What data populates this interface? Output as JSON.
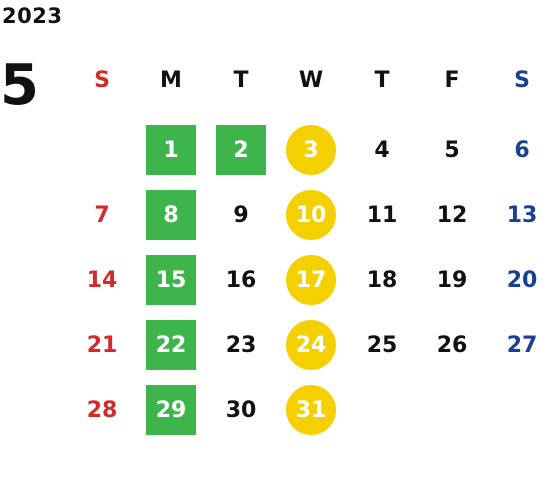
{
  "header": {
    "year": "2023",
    "month": "5"
  },
  "colors": {
    "sunday": "#d42a2a",
    "saturday": "#1c3f94",
    "weekday": "#111111",
    "highlight_green": "#3db54a",
    "highlight_yellow": "#f5d000",
    "highlight_text": "#ffffff"
  },
  "weekdays": [
    {
      "label": "S",
      "kind": "sunday"
    },
    {
      "label": "M",
      "kind": "weekday"
    },
    {
      "label": "T",
      "kind": "weekday"
    },
    {
      "label": "W",
      "kind": "weekday"
    },
    {
      "label": "T",
      "kind": "weekday"
    },
    {
      "label": "F",
      "kind": "weekday"
    },
    {
      "label": "S",
      "kind": "saturday"
    }
  ],
  "weeks": [
    [
      null,
      {
        "d": "1",
        "hl": "green-square"
      },
      {
        "d": "2",
        "hl": "green-square"
      },
      {
        "d": "3",
        "hl": "yellow-circle"
      },
      {
        "d": "4"
      },
      {
        "d": "5"
      },
      {
        "d": "6"
      }
    ],
    [
      {
        "d": "7"
      },
      {
        "d": "8",
        "hl": "green-square"
      },
      {
        "d": "9"
      },
      {
        "d": "10",
        "hl": "yellow-circle"
      },
      {
        "d": "11"
      },
      {
        "d": "12"
      },
      {
        "d": "13"
      }
    ],
    [
      {
        "d": "14"
      },
      {
        "d": "15",
        "hl": "green-square"
      },
      {
        "d": "16"
      },
      {
        "d": "17",
        "hl": "yellow-circle"
      },
      {
        "d": "18"
      },
      {
        "d": "19"
      },
      {
        "d": "20"
      }
    ],
    [
      {
        "d": "21"
      },
      {
        "d": "22",
        "hl": "green-square"
      },
      {
        "d": "23"
      },
      {
        "d": "24",
        "hl": "yellow-circle"
      },
      {
        "d": "25"
      },
      {
        "d": "26"
      },
      {
        "d": "27"
      }
    ],
    [
      {
        "d": "28"
      },
      {
        "d": "29",
        "hl": "green-square"
      },
      {
        "d": "30"
      },
      {
        "d": "31",
        "hl": "yellow-circle"
      },
      null,
      null,
      null
    ]
  ]
}
